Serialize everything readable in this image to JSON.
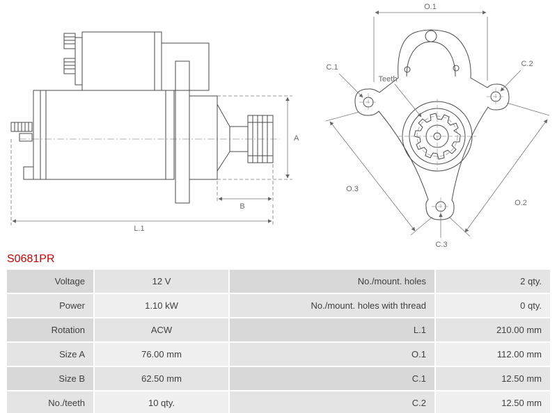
{
  "part_number": "S0681PR",
  "colors": {
    "part_number_color": "#cc0000",
    "table_text": "#3f3f3f",
    "row_label_dark": "#d8d8d8",
    "row_value_dark": "#e4e4e4",
    "row_label_light": "#e4e4e4",
    "row_value_light": "#f0f0f0"
  },
  "diagram": {
    "labels": {
      "dim_a": "A",
      "dim_b": "B",
      "dim_l1": "L.1",
      "dim_o1": "O.1",
      "dim_o2": "O.2",
      "dim_o3": "O.3",
      "dim_c1": "C.1",
      "dim_c2": "C.2",
      "dim_c3": "C.3",
      "teeth": "Teeth"
    }
  },
  "spec_table": {
    "rows": [
      {
        "label_left": "Voltage",
        "value_left": "12 V",
        "label_right": "No./mount. holes",
        "value_right": "2 qty."
      },
      {
        "label_left": "Power",
        "value_left": "1.10 kW",
        "label_right": "No./mount. holes with thread",
        "value_right": "0 qty."
      },
      {
        "label_left": "Rotation",
        "value_left": "ACW",
        "label_right": "L.1",
        "value_right": "210.00 mm"
      },
      {
        "label_left": "Size A",
        "value_left": "76.00 mm",
        "label_right": "O.1",
        "value_right": "112.00 mm"
      },
      {
        "label_left": "Size B",
        "value_left": "62.50 mm",
        "label_right": "C.1",
        "value_right": "12.50 mm"
      },
      {
        "label_left": "No./teeth",
        "value_left": "10 qty.",
        "label_right": "C.2",
        "value_right": "12.50 mm"
      }
    ]
  }
}
